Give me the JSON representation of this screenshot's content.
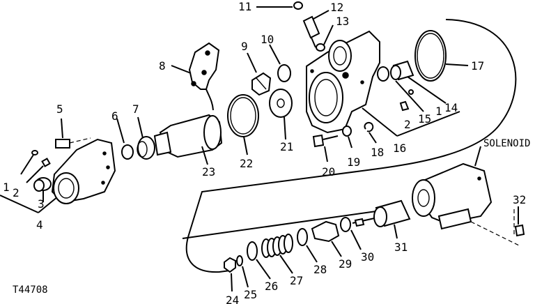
{
  "figure_id": "T44708",
  "solenoid_label": "SOLENOID",
  "callouts": [
    "1",
    "2",
    "3",
    "4",
    "5",
    "6",
    "7",
    "8",
    "9",
    "10",
    "11",
    "12",
    "13",
    "14",
    "15",
    "16",
    "17",
    "18",
    "19",
    "20",
    "21",
    "22",
    "23",
    "24",
    "25",
    "26",
    "27",
    "28",
    "29",
    "30",
    "31",
    "32"
  ],
  "extra_callouts": {
    "c1b": "1",
    "c2b": "2"
  }
}
